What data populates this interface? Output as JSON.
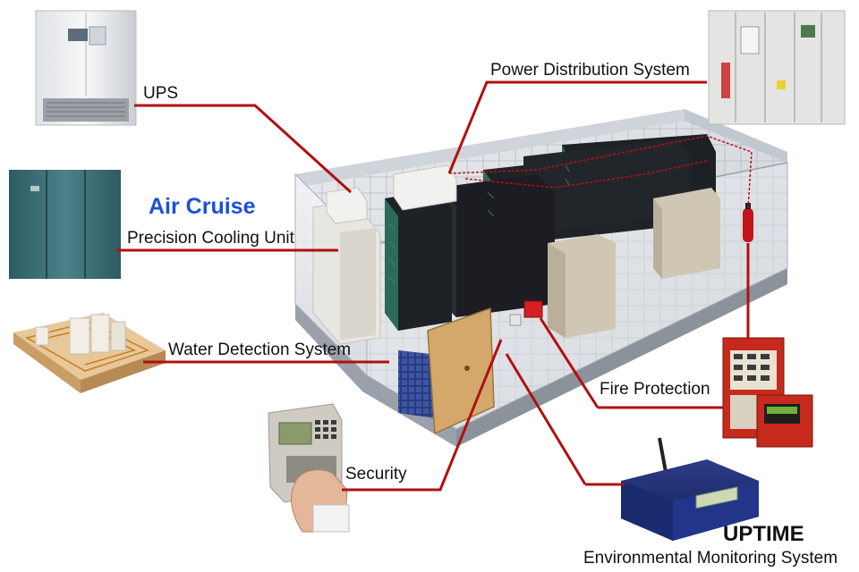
{
  "brand": {
    "air_cruise": "Air Cruise",
    "uptime": "UPTIME"
  },
  "labels": {
    "ups": "UPS",
    "power": "Power Distribution System",
    "cooling": "Precision Cooling Unit",
    "water": "Water Detection System",
    "fire": "Fire Protection",
    "security": "Security",
    "env": "Environmental Monitoring System"
  },
  "colors": {
    "connector_line": "#b01010",
    "air_cruise_blue": "#1f4fd8",
    "cabinet_dark": "#1b1d22",
    "cabinet_green": "#2e6a5c",
    "cooling_teal": "#3f6f75",
    "fire_panel_red": "#c62a1c",
    "monitor_navy": "#1a2a6e"
  }
}
